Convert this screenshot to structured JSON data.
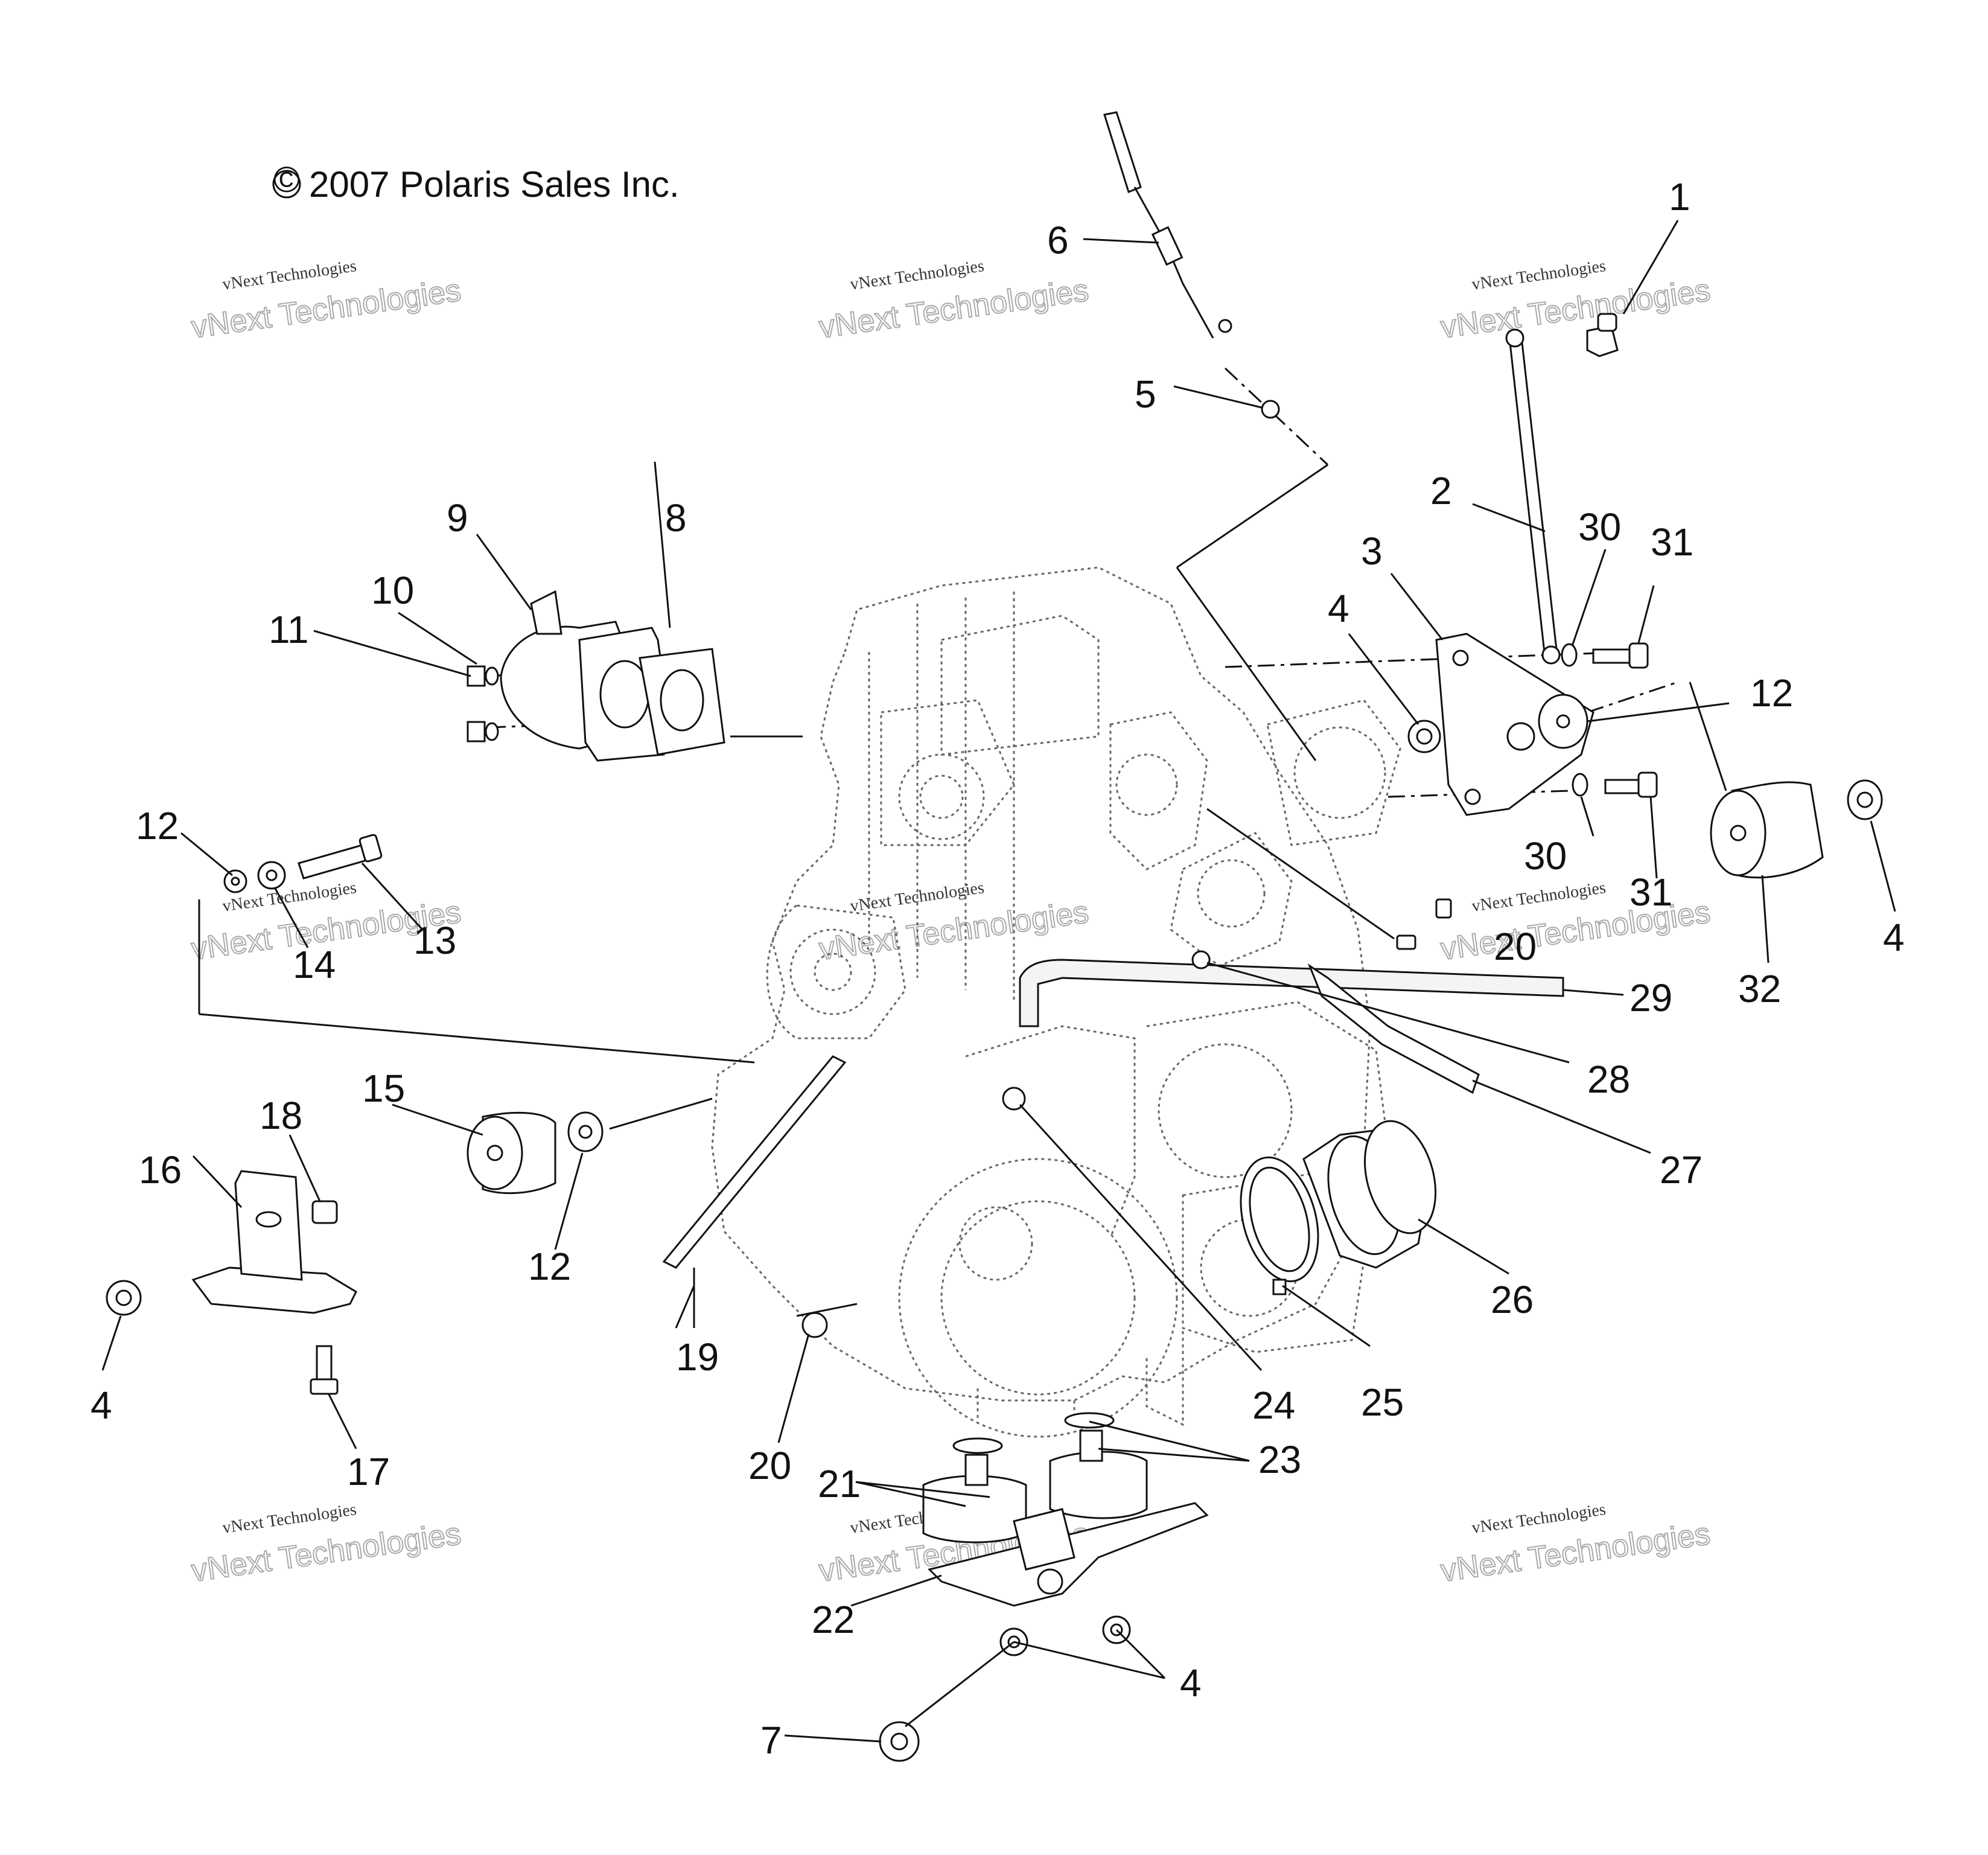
{
  "copyright": "2007 Polaris Sales Inc.",
  "copyright_symbol": "©",
  "watermark": {
    "line1": "vNext Technologies",
    "line2": "vNext Technologies"
  },
  "callouts": {
    "n1": "1",
    "n2": "2",
    "n3": "3",
    "n4a": "4",
    "n4b": "4",
    "n4c": "4",
    "n4d": "4",
    "n5": "5",
    "n6": "6",
    "n7": "7",
    "n8": "8",
    "n9": "9",
    "n10": "10",
    "n11": "11",
    "n12a": "12",
    "n12b": "12",
    "n12c": "12",
    "n13": "13",
    "n14": "14",
    "n15": "15",
    "n16": "16",
    "n17": "17",
    "n18": "18",
    "n19": "19",
    "n20a": "20",
    "n20b": "20",
    "n21": "21",
    "n22": "22",
    "n23": "23",
    "n24": "24",
    "n25": "25",
    "n26": "26",
    "n27": "27",
    "n28": "28",
    "n29": "29",
    "n30a": "30",
    "n30b": "30",
    "n31a": "31",
    "n31b": "31",
    "n32": "32"
  }
}
